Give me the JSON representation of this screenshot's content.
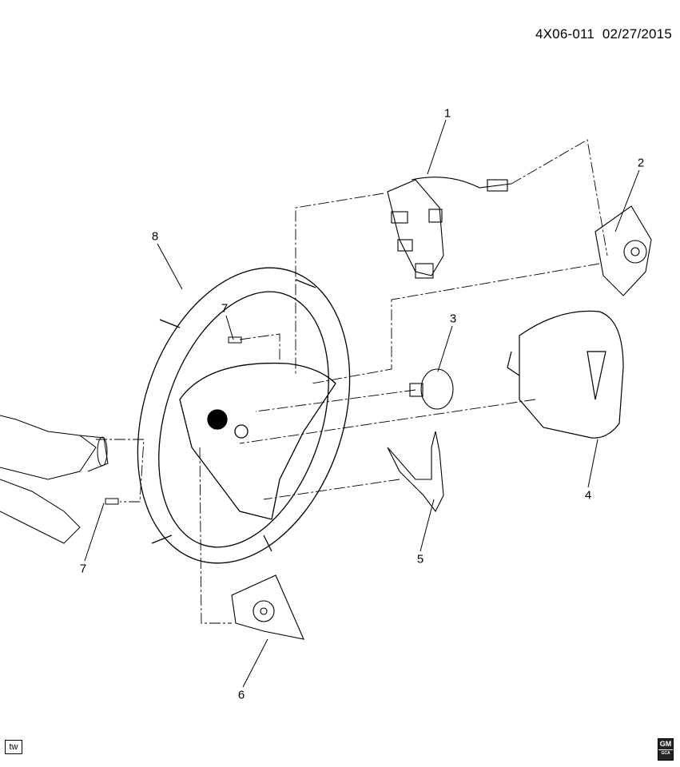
{
  "header": {
    "diagram_code": "4X06-011",
    "date": "02/27/2015"
  },
  "callouts": [
    {
      "label": "1"
    },
    {
      "label": "2"
    },
    {
      "label": "3"
    },
    {
      "label": "4"
    },
    {
      "label": "5"
    },
    {
      "label": "6"
    },
    {
      "label": "7"
    },
    {
      "label": "7"
    },
    {
      "label": "8"
    }
  ],
  "footer": {
    "left_badge": "tw",
    "right_logo": "GM",
    "right_logo_sub": "GCA"
  }
}
